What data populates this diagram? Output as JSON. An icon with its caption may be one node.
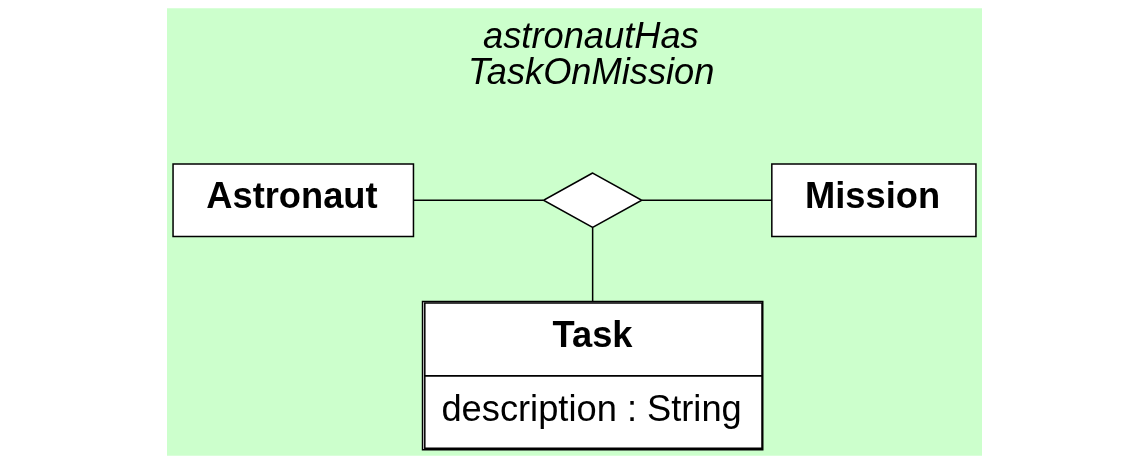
{
  "diagram": {
    "nodes": [
      {
        "text": [
          "Astronaut"
        ]
      },
      {
        "text": [],
        "shape": "diamond",
        "beside": [
          "astronautHas TaskOnMission"
        ]
      },
      {
        "text": [
          "Mission"
        ]
      },
      {
        "text": [
          "Task",
          "description : String"
        ]
      }
    ],
    "edges": [
      {
        "from": 0,
        "to": 1,
        "arrow": "none"
      },
      {
        "from": 1,
        "to": 2,
        "arrow": "none"
      },
      {
        "from": 1,
        "to": 3,
        "arrow": "none"
      }
    ]
  }
}
